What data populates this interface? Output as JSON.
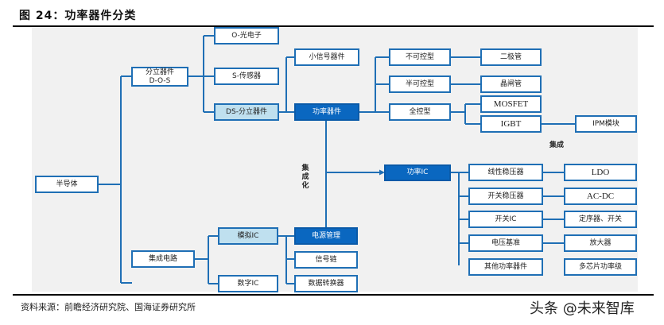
{
  "title": "图 24：功率器件分类",
  "nodes": {
    "semiconductor": "半导体",
    "discrete": "分立器件\nD-O-S",
    "ic": "集成电路",
    "opto": "O-光电子",
    "sensor": "S-传感器",
    "ds_discrete": "DS-分立器件",
    "small_signal": "小信号器件",
    "power_device": "功率器件",
    "uncontrolled": "不可控型",
    "semi_controlled": "半可控型",
    "full_controlled": "全控型",
    "diode": "二极管",
    "thyristor": "晶闸管",
    "mosfet": "MOSFET",
    "igbt": "IGBT",
    "ipm": "IPM模块",
    "power_ic": "功率IC",
    "linear_reg": "线性稳压器",
    "switching_reg": "开关稳压器",
    "switch_ic": "开关IC",
    "voltage_ref": "电压基准",
    "other_power": "其他功率器件",
    "ldo": "LDO",
    "acdc": "AC-DC",
    "sequencer": "定序器、开关",
    "amplifier": "放大器",
    "multichip": "多芯片功率级",
    "analog_ic": "模拟IC",
    "digital_ic": "数字IC",
    "power_mgmt": "电源管理",
    "signal_chain": "信号链",
    "data_converter": "数据转换器"
  },
  "annotations": {
    "integration": "集成",
    "integration_v": "集成化"
  },
  "footer": {
    "source": "资料来源：前瞻经济研究院、国海证券研究所",
    "watermark": "头条 @未来智库"
  },
  "colors": {
    "line": "#1f6fb5",
    "dark_box": "#0a67c0",
    "light_box": "#bfe0ef",
    "canvas": "#f1f1f1"
  }
}
